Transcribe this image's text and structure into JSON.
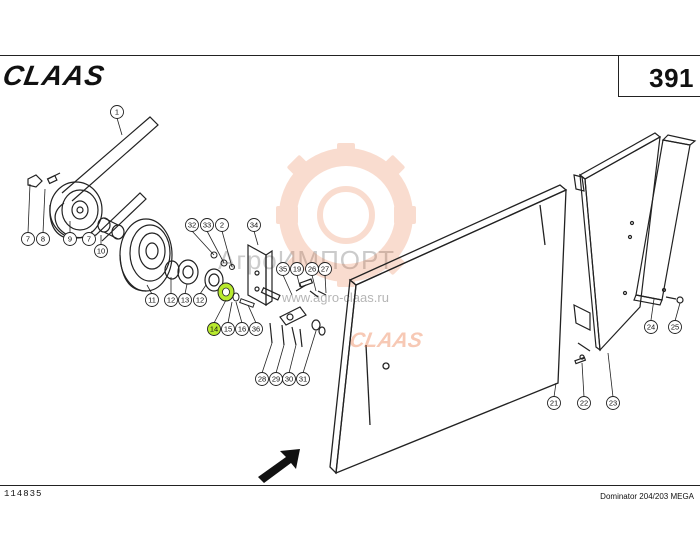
{
  "header": {
    "logo_text": "CLAAS",
    "page_number": "391"
  },
  "footer": {
    "drawing_number": "114835",
    "model": "Dominator 204/203 MEGA"
  },
  "watermark": {
    "name": "АгроИМПОРТ",
    "url": "www.agro-claas.ru",
    "brand": "CLAAS",
    "gear_color": "#e8652a"
  },
  "colors": {
    "line": "#222222",
    "highlight": "#b8ea2e"
  },
  "callouts": [
    {
      "label": "1"
    },
    {
      "label": "7"
    },
    {
      "label": "8"
    },
    {
      "label": "9"
    },
    {
      "label": "7"
    },
    {
      "label": "10"
    },
    {
      "label": "11"
    },
    {
      "label": "12"
    },
    {
      "label": "13"
    },
    {
      "label": "12"
    },
    {
      "label": "14",
      "highlight": true
    },
    {
      "label": "15"
    },
    {
      "label": "16"
    },
    {
      "label": "36"
    },
    {
      "label": "32"
    },
    {
      "label": "33"
    },
    {
      "label": "2"
    },
    {
      "label": "34"
    },
    {
      "label": "35"
    },
    {
      "label": "19"
    },
    {
      "label": "26"
    },
    {
      "label": "27"
    },
    {
      "label": "28"
    },
    {
      "label": "29"
    },
    {
      "label": "30"
    },
    {
      "label": "31"
    },
    {
      "label": "21"
    },
    {
      "label": "22"
    },
    {
      "label": "23"
    },
    {
      "label": "24"
    },
    {
      "label": "25"
    }
  ]
}
